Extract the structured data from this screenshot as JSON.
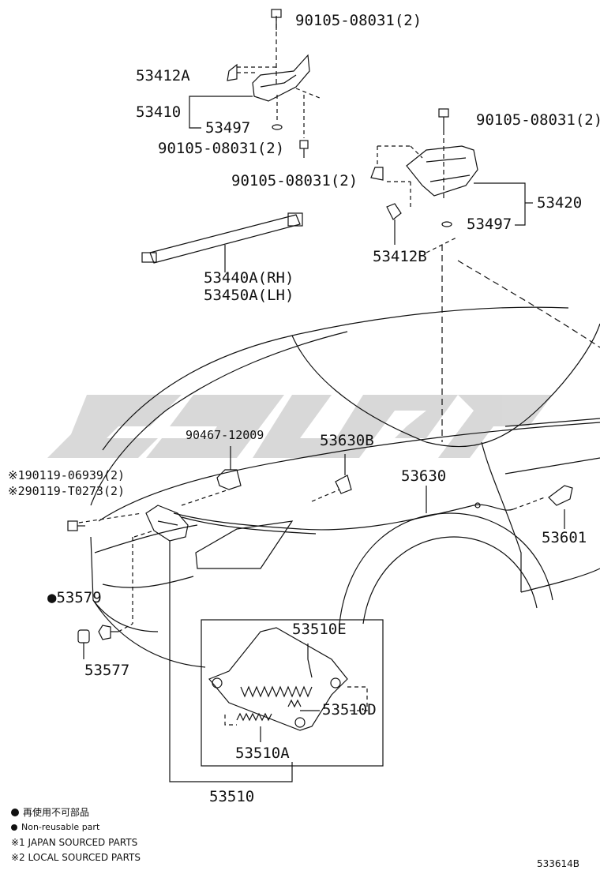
{
  "diagram_id": "533614B",
  "watermark": "",
  "parts": {
    "bolt_top": "90105-08031(2)",
    "clip_53412a": "53412A",
    "hinge_lh": "53410",
    "washer_lh": "53497",
    "bolt_lh_lower": "90105-08031(2)",
    "bolt_rh_top": "90105-08031(2)",
    "bolt_rh_side": "90105-08031(2)",
    "hinge_rh": "53420",
    "washer_rh": "53497",
    "clip_53412b": "53412B",
    "stay_rh": "53440A(RH)",
    "stay_lh": "53450A(LH)",
    "clamp_90467": "90467-12009",
    "clip_53630b": "53630B",
    "cable": "53630",
    "handle": "53601",
    "screw_1": "90119-06939(2)",
    "screw_2": "90119-T0273(2)",
    "screw_1_mark": "※1",
    "screw_2_mark": "※2",
    "cushion": "53579",
    "cushion_mark": "●",
    "bumper": "53577",
    "spring_e": "53510E",
    "spring_d": "53510D",
    "spring_a": "53510A",
    "lock_assy": "53510"
  },
  "legend": {
    "non_reusable_jp": "再使用不可部品",
    "non_reusable_en": "Non-reusable part",
    "japan_sourced": "※1 JAPAN SOURCED PARTS",
    "local_sourced": "※2 LOCAL SOURCED PARTS"
  },
  "colors": {
    "line": "#111111",
    "watermark": "#d2d2d2"
  }
}
